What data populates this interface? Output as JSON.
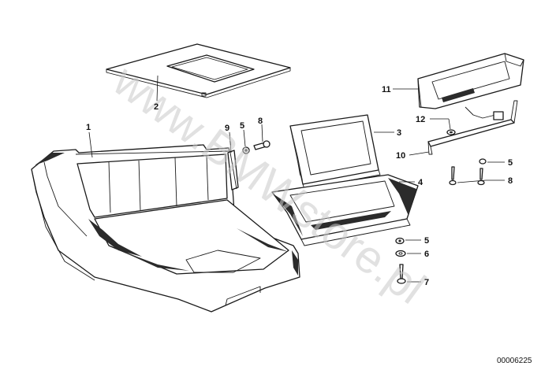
{
  "diagram": {
    "callouts": [
      {
        "id": "c1",
        "label": "1"
      },
      {
        "id": "c2",
        "label": "2"
      },
      {
        "id": "c3",
        "label": "3"
      },
      {
        "id": "c4",
        "label": "4"
      },
      {
        "id": "c5a",
        "label": "5"
      },
      {
        "id": "c5b",
        "label": "5"
      },
      {
        "id": "c5c",
        "label": "5"
      },
      {
        "id": "c6",
        "label": "6"
      },
      {
        "id": "c7",
        "label": "7"
      },
      {
        "id": "c8a",
        "label": "8"
      },
      {
        "id": "c8b",
        "label": "8"
      },
      {
        "id": "c9",
        "label": "9"
      },
      {
        "id": "c10",
        "label": "10"
      },
      {
        "id": "c11",
        "label": "11"
      },
      {
        "id": "c12",
        "label": "12"
      }
    ],
    "watermark": "www.BMWstore.pl",
    "image_code": "00006225",
    "colors": {
      "line": "#1a1a1a",
      "watermark": "#c9c9c9",
      "background": "#ffffff"
    }
  }
}
